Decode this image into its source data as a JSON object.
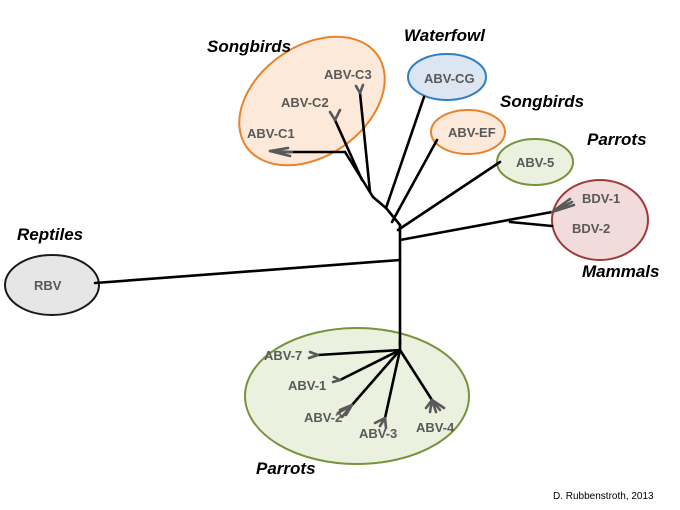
{
  "colors": {
    "songbirds_stroke": "#e6832e",
    "songbirds_fill": "#fde9d9",
    "waterfowl_stroke": "#2f7fc1",
    "waterfowl_fill": "#dce6f2",
    "parrots_stroke": "#77933c",
    "parrots_fill": "#ebf1de",
    "mammals_stroke": "#a0393b",
    "mammals_fill": "#f2dcdb",
    "reptiles_stroke": "#1a1a1a",
    "reptiles_fill": "#e6e6e6",
    "branch": "#000000",
    "tip": "#595959"
  },
  "groups": {
    "songbirds_top": "Songbirds",
    "waterfowl": "Waterfowl",
    "songbirds_ef": "Songbirds",
    "parrots_small": "Parrots",
    "mammals": "Mammals",
    "reptiles": "Reptiles",
    "parrots_big": "Parrots"
  },
  "taxa": {
    "abv_c3": "ABV-C3",
    "abv_c2": "ABV-C2",
    "abv_c1": "ABV-C1",
    "abv_cg": "ABV-CG",
    "abv_ef": "ABV-EF",
    "abv_5": "ABV-5",
    "bdv_1": "BDV-1",
    "bdv_2": "BDV-2",
    "rbv": "RBV",
    "abv_7": "ABV-7",
    "abv_1": "ABV-1",
    "abv_2": "ABV-2",
    "abv_3": "ABV-3",
    "abv_4": "ABV-4"
  },
  "credit": "D. Rubbenstroth, 2013"
}
